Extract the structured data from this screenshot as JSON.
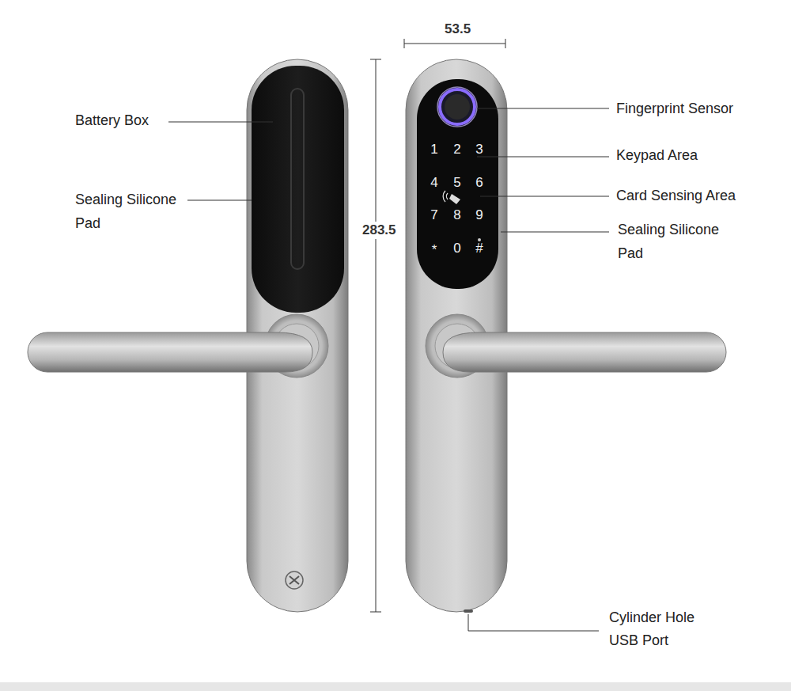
{
  "diagram": {
    "labels": [
      "Battery Box",
      "Sealing Silicone Pad",
      "53.5",
      "283.5",
      "Fingerprint Sensor",
      "Keypad Area",
      "Card Sensing Area",
      "Sealing Silicone Pad",
      "Cylinder Hole",
      "USB Port",
      "1",
      "2",
      "3",
      "4",
      "5",
      "6",
      "7",
      "8",
      "9",
      "*",
      "0",
      "#"
    ]
  }
}
